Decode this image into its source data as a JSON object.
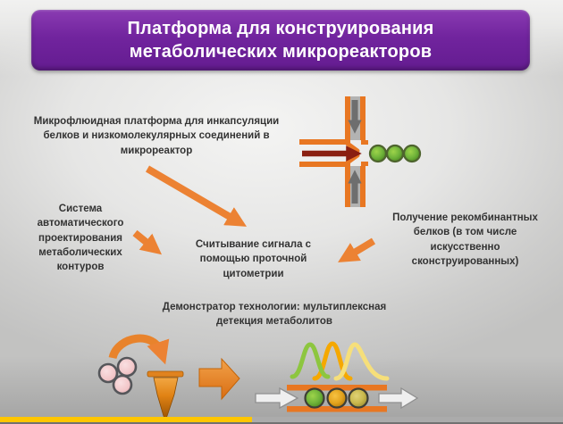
{
  "header": {
    "title": "Платформа для конструирования\nметаболических микрореакторов"
  },
  "blocks": {
    "microfluidic_platform": "Микрофлюидная платформа для инкапсуляции\nбелков и низкомолекулярных соединений в\nмикрореактор",
    "design_system": "Система\nавтоматического\nпроектирования\nметаболических\nконтуров",
    "signal_readout": "Считывание сигнала с\nпомощью проточной\nцитометрии",
    "recombinant_proteins": "Получение рекомбинантных\nбелков (в том числе\nискусственно\nсконструированных)",
    "demonstrator": "Демонстратор технологии: мультиплексная\nдетекция метаболитов"
  },
  "icons": {
    "junction": "microfluidic-flow-focusing-junction",
    "droplets": "green-droplet-row",
    "encapsulation": "pink-beads-into-tube",
    "cytometry": "flow-channel-with-signal-peaks"
  },
  "colors": {
    "header_bg": "#71249e",
    "arrow_orange": "#ec8233",
    "flow_arrow_red": "#8a1f11",
    "channel_wall_orange": "#e87722",
    "droplet_green": "#6fb33a",
    "bead_pink": "#f2c6c8",
    "peak_green": "#8dc63f",
    "peak_gold": "#f5a800",
    "peak_pale_yellow": "#f6df7a",
    "progress_yellow": "#ffc600"
  },
  "player": {
    "progress_percent": 45
  }
}
